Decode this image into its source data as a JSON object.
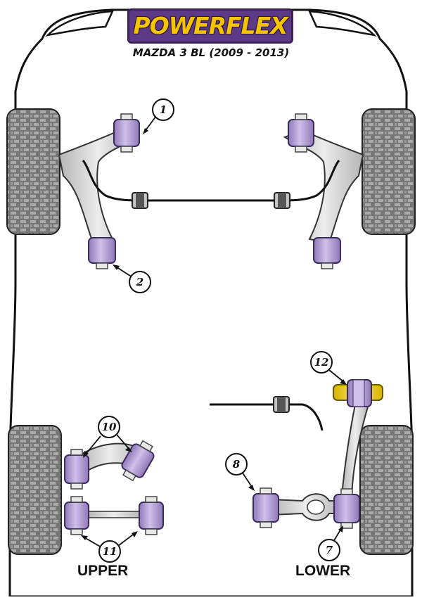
{
  "header": {
    "brand": "POWERFLEX",
    "model": "MAZDA 3 BL (2009 - 2013)"
  },
  "sections": {
    "upper_label": "UPPER",
    "lower_label": "LOWER"
  },
  "callouts": {
    "c1": "1",
    "c2": "2",
    "c7": "7",
    "c8": "8",
    "c10": "10",
    "c11": "11",
    "c12": "12"
  },
  "colors": {
    "bush_purple": "#b9a6d8",
    "bush_purple_dark": "#6d5693",
    "bush_yellow": "#f2d21a",
    "logo_purple": "#5e3a86",
    "logo_yellow": "#f4c400",
    "arm_grey": "#d0d0d0",
    "tyre_grey": "#555555"
  }
}
